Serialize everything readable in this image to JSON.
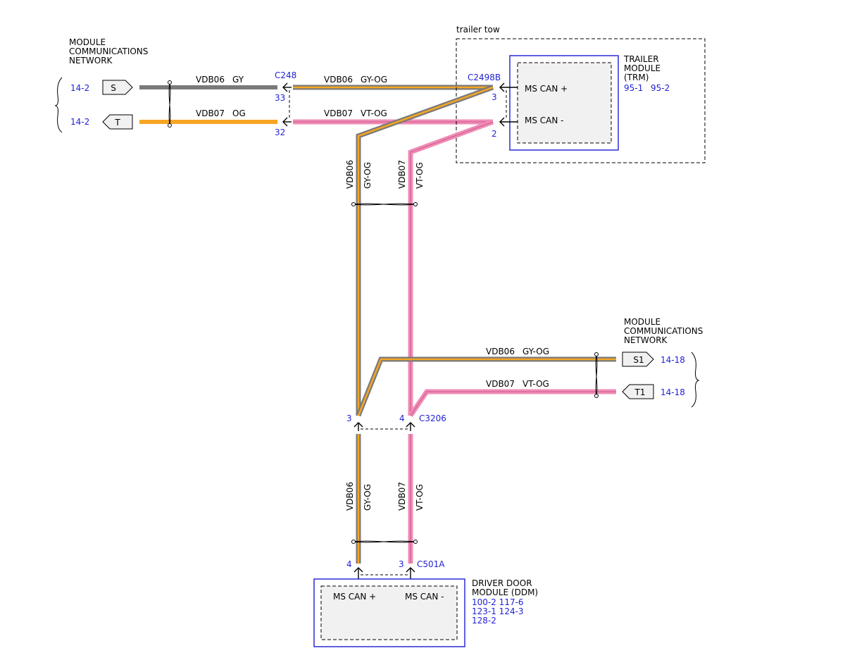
{
  "colors": {
    "gray": "#7a7a7a",
    "orange": "#f5a623",
    "pink": "#f08cb4",
    "twisted_core": "#9a8a3c",
    "module_border": "#2b2bd9",
    "link_blue": "#1f1fd6"
  },
  "left_network": {
    "title_lines": [
      "MODULE",
      "COMMUNICATIONS",
      "NETWORK"
    ],
    "ref_s": "14-2",
    "ref_t": "14-2",
    "tag_s": "S",
    "tag_t": "T"
  },
  "right_network": {
    "title_lines": [
      "MODULE",
      "COMMUNICATIONS",
      "NETWORK"
    ],
    "ref_s1": "14-18",
    "ref_t1": "14-18",
    "tag_s1": "S1",
    "tag_t1": "T1"
  },
  "wires": {
    "left_top_circuit": "VDB06",
    "left_top_color": "GY",
    "left_bottom_circuit": "VDB07",
    "left_bottom_color": "OG",
    "mid_top_circuit": "VDB06",
    "mid_top_color": "GY-OG",
    "mid_bottom_circuit": "VDB07",
    "mid_bottom_color": "VT-OG",
    "vert1_circuit": "VDB06",
    "vert1_color": "GY-OG",
    "vert2_circuit": "VDB07",
    "vert2_color": "VT-OG",
    "right_top_circuit": "VDB06",
    "right_top_color": "GY-OG",
    "right_bottom_circuit": "VDB07",
    "right_bottom_color": "VT-OG",
    "low1_circuit": "VDB06",
    "low1_color": "GY-OG",
    "low2_circuit": "VDB07",
    "low2_color": "VT-OG"
  },
  "connectors": {
    "c248": "C248",
    "c248_pin_top": "33",
    "c248_pin_bottom": "32",
    "c2498b": "C2498B",
    "c2498b_pin_top": "3",
    "c2498b_pin_bottom": "2",
    "c3206": "C3206",
    "c3206_pin_left": "3",
    "c3206_pin_right": "4",
    "c501a": "C501A",
    "c501a_pin_left": "4",
    "c501a_pin_right": "3"
  },
  "trailer": {
    "zone_label": "trailer tow",
    "module_lines": [
      "TRAILER",
      "MODULE",
      "(TRM)"
    ],
    "refs": [
      "95-1",
      "95-2"
    ],
    "pin_plus": "MS CAN +",
    "pin_minus": "MS CAN -"
  },
  "ddm": {
    "module_lines": [
      "DRIVER DOOR",
      "MODULE (DDM)"
    ],
    "ref_lines": [
      "100-2 117-6",
      "123-1 124-3",
      "128-2"
    ],
    "pin_plus": "MS CAN +",
    "pin_minus": "MS CAN -"
  }
}
